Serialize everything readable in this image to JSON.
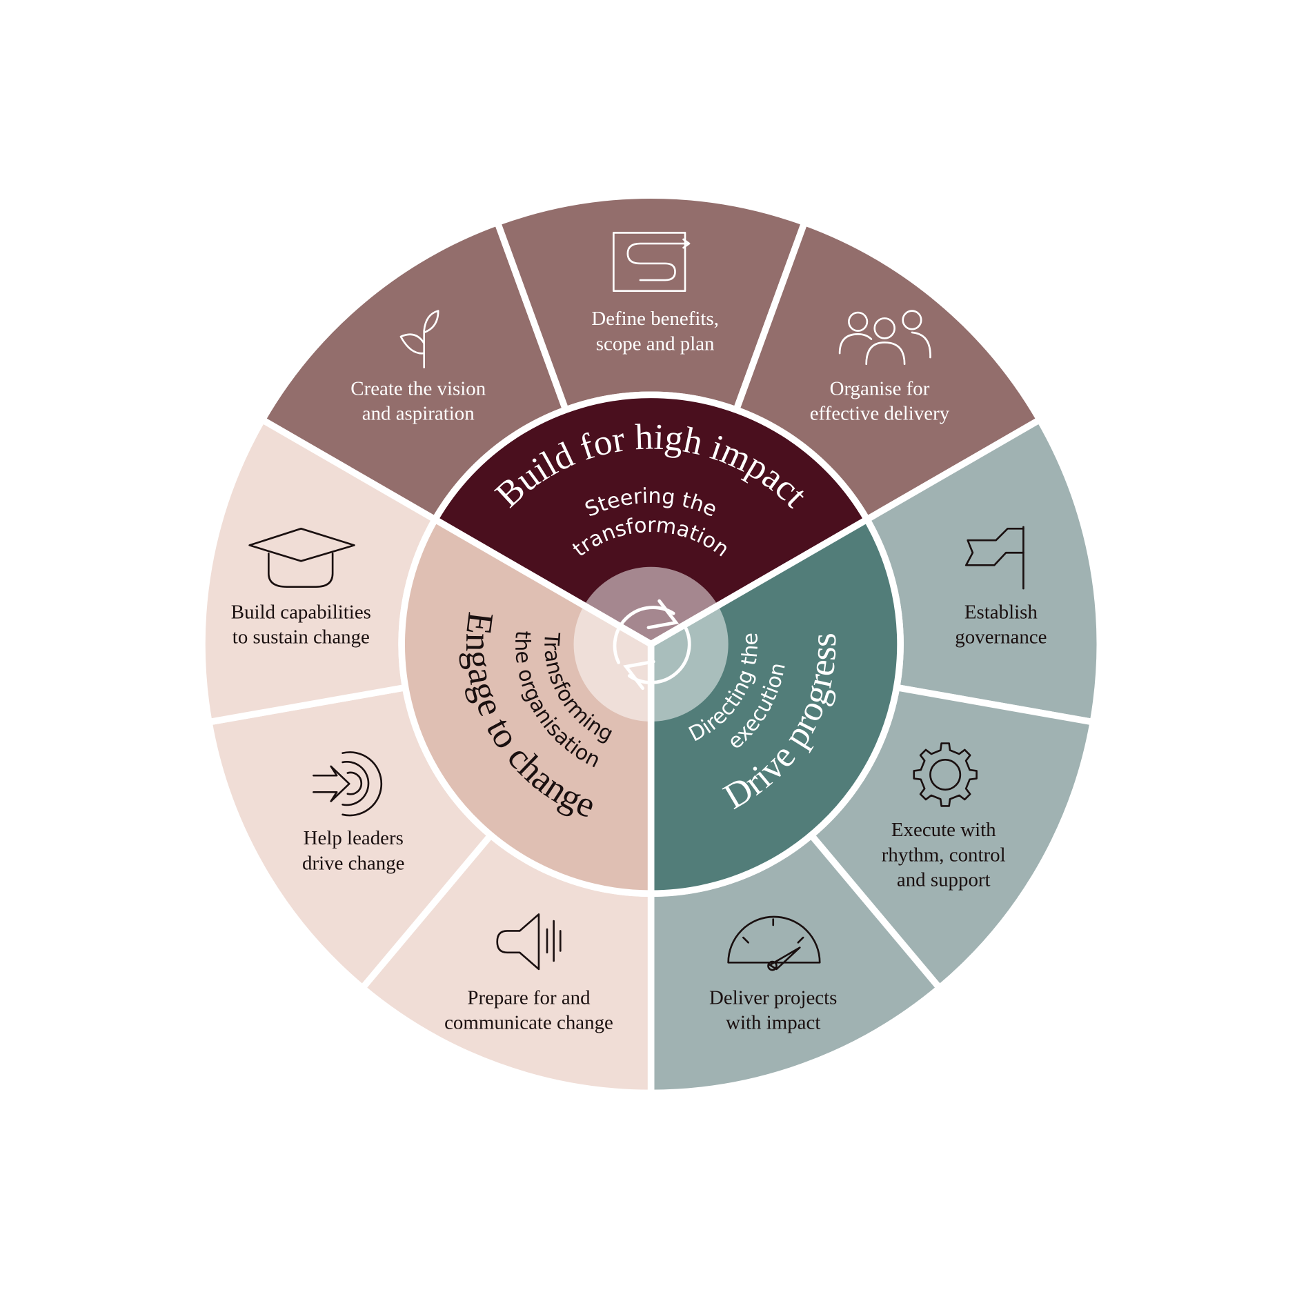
{
  "colors": {
    "build_outer": "#936e6c",
    "build_inner": "#4a0f1e",
    "drive_outer": "#a0b2b2",
    "drive_inner": "#527d79",
    "engage_outer": "#f0ddd6",
    "engage_inner": "#dfbfb3",
    "text_light": "#ffffff",
    "text_dark": "#2a1a1a"
  },
  "center": {
    "icon": "cycle-arrows-icon"
  },
  "sectors": {
    "build": {
      "title": "Build for high impact",
      "subtitle_1": "Steering the",
      "subtitle_2": "transformation"
    },
    "drive": {
      "title": "Drive progress",
      "subtitle_1": "Directing the",
      "subtitle_2": "execution"
    },
    "engage": {
      "title": "Engage to change",
      "subtitle_1": "Transforming",
      "subtitle_2": "the organisation"
    }
  },
  "outer": [
    {
      "icon": "sprout-icon",
      "line1": "Create the vision",
      "line2": "and aspiration"
    },
    {
      "icon": "roadmap-icon",
      "line1": "Define benefits,",
      "line2": "scope and plan"
    },
    {
      "icon": "people-group-icon",
      "line1": "Organise for",
      "line2": "effective delivery"
    },
    {
      "icon": "flag-icon",
      "line1": "Establish",
      "line2": "governance"
    },
    {
      "icon": "gear-icon",
      "line1": "Execute with",
      "line2": "rhythm, control",
      "line3": "and support"
    },
    {
      "icon": "gauge-icon",
      "line1": "Deliver projects",
      "line2": "with impact"
    },
    {
      "icon": "megaphone-icon",
      "line1": "Prepare for and",
      "line2": "communicate change"
    },
    {
      "icon": "target-arrow-icon",
      "line1": "Help leaders",
      "line2": "drive change"
    },
    {
      "icon": "graduation-cap-icon",
      "line1": "Build capabilities",
      "line2": "to sustain change"
    }
  ]
}
